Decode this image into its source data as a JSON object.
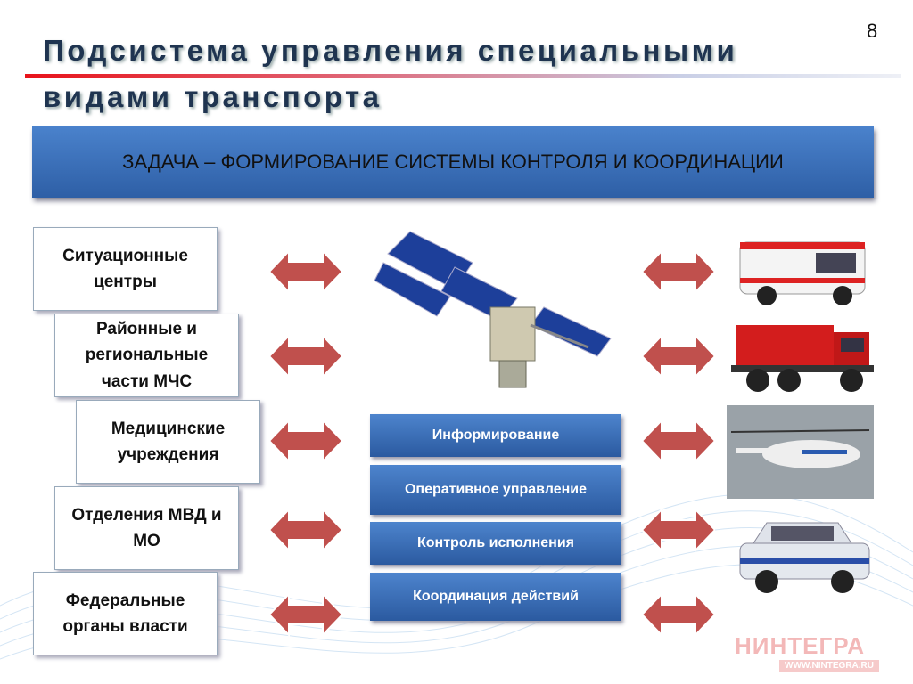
{
  "page_number": "8",
  "title": {
    "line1": "Подсистема управления специальными",
    "line2": "видами транспорта"
  },
  "banner": "ЗАДАЧА – ФОРМИРОВАНИЕ СИСТЕМЫ КОНТРОЛЯ И КООРДИНАЦИИ",
  "left_boxes": [
    "Ситуационные центры",
    "Районные и региональные части МЧС",
    "Медицинские учреждения",
    "Отделения МВД и МО",
    "Федеральные органы власти"
  ],
  "middle_boxes": [
    "Информирование",
    "Оперативное управление",
    "Контроль исполнения",
    "Координация действий"
  ],
  "vehicles": [
    "ambulance",
    "fire-truck",
    "helicopter",
    "police-car"
  ],
  "logo": {
    "name": "НИНТЕГРА",
    "url": "WWW.NINTEGRA.RU"
  },
  "colors": {
    "arrow": "#c0504d",
    "box_blue": "#3a6fb8",
    "title": "#1f3450"
  }
}
